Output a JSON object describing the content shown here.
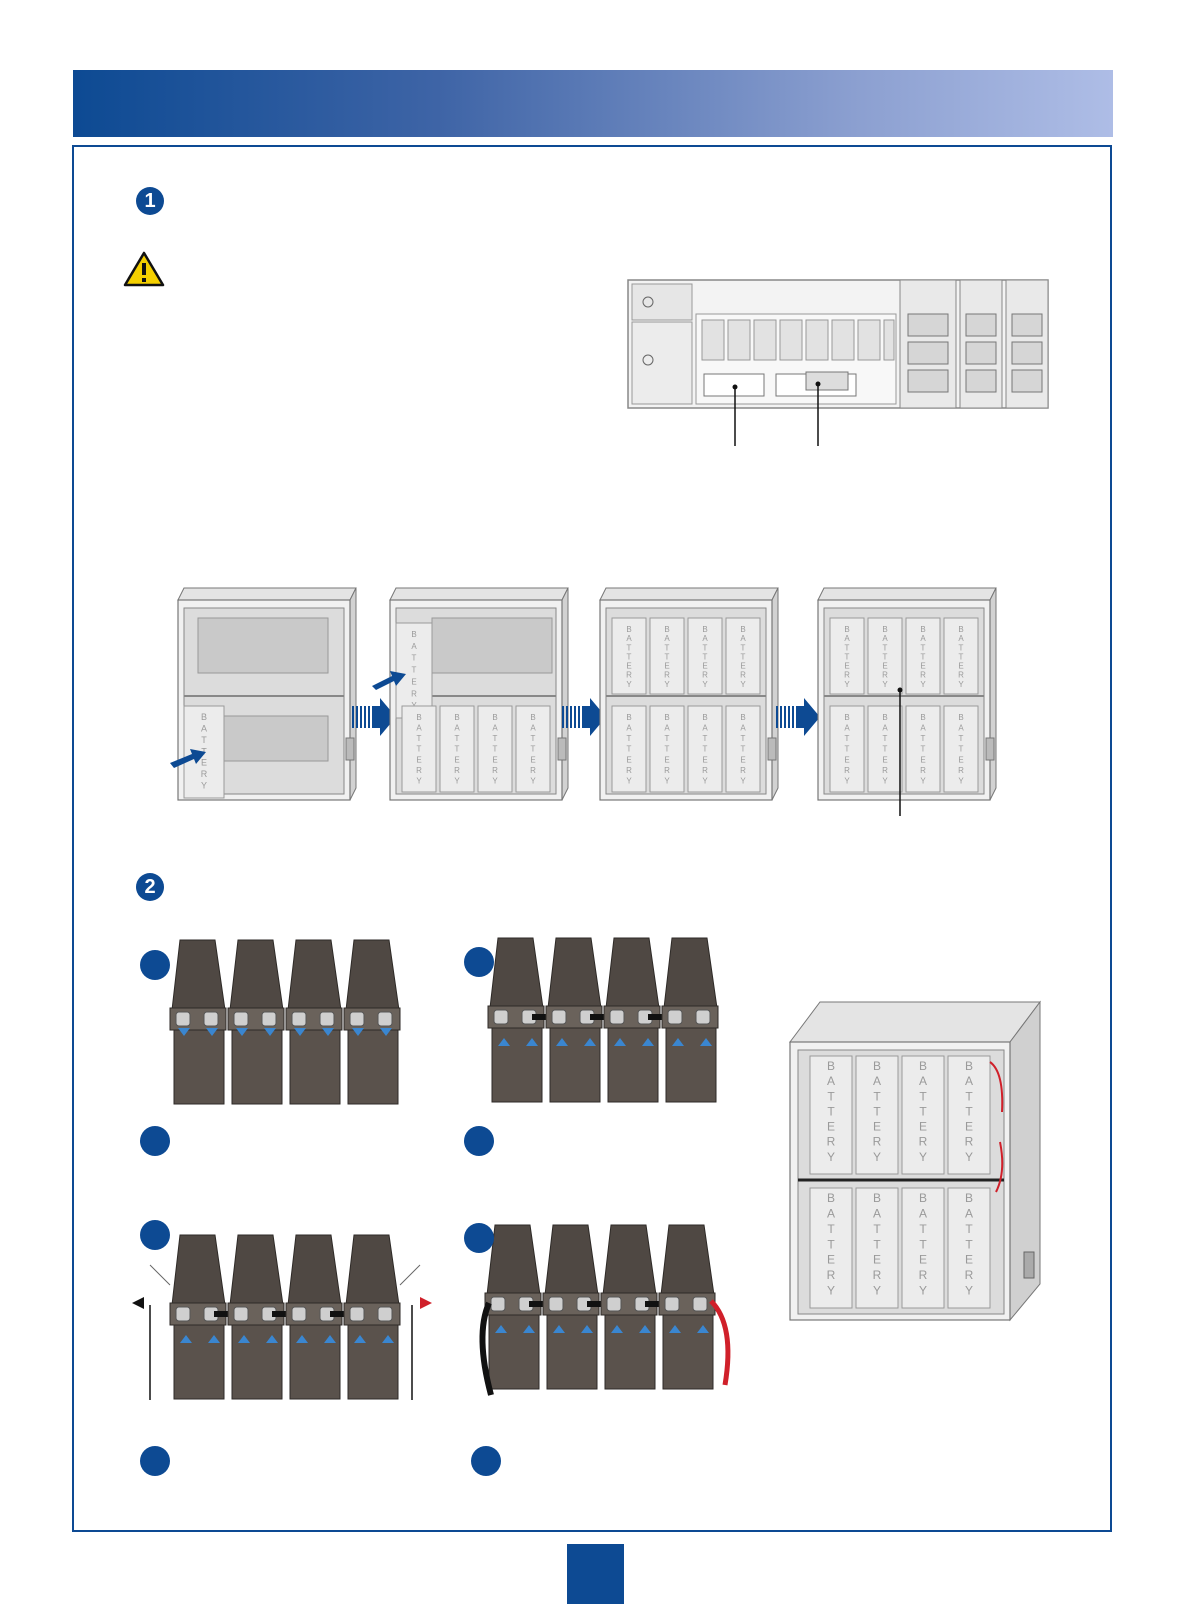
{
  "steps": [
    {
      "number": "1"
    },
    {
      "number": "2"
    }
  ],
  "icons": {
    "warning": "warning-triangle-icon",
    "arrow": "right-arrow-icon"
  },
  "cabinet_label": "BATTERY",
  "colors": {
    "brand": "#0d4a93",
    "banner_end": "#aebde6",
    "battery_dark": "#5a524c",
    "warning_yellow": "#f5d000",
    "cable_red": "#d0202a"
  }
}
